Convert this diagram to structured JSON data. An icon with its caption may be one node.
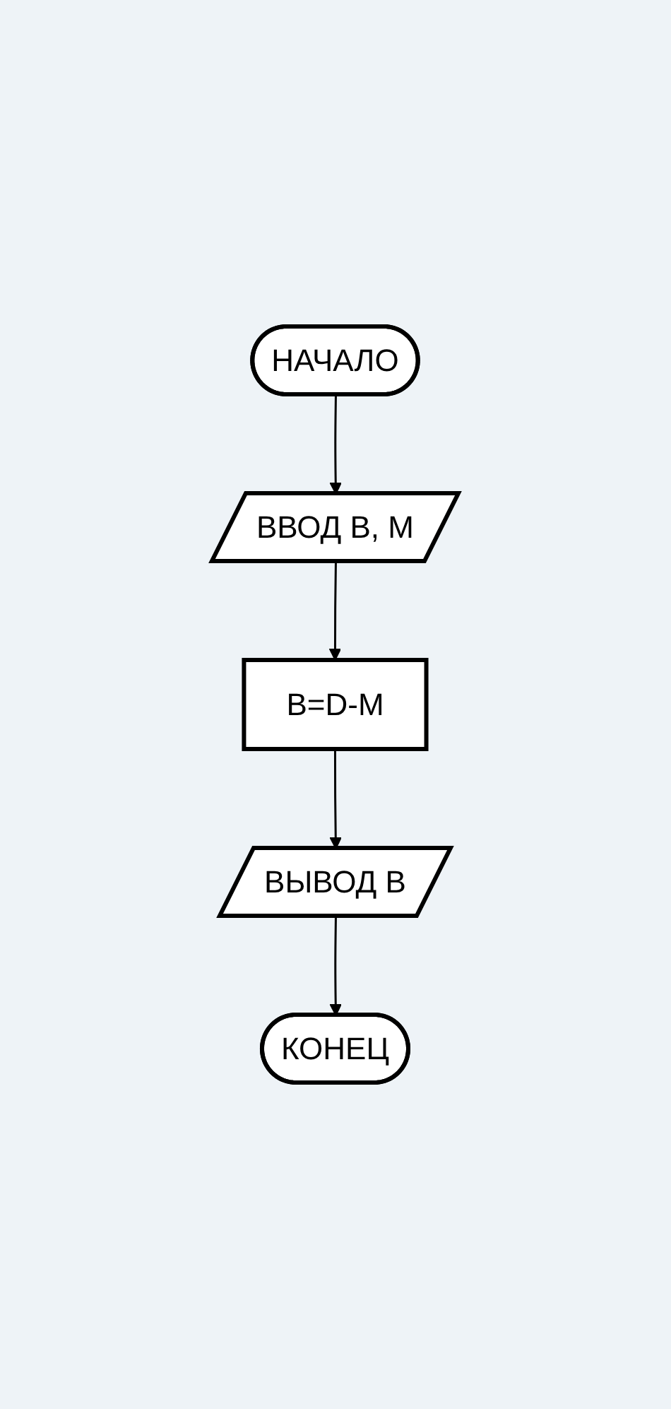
{
  "diagram": {
    "nodes": [
      {
        "text": [
          "НАЧАЛО"
        ]
      },
      {
        "text": [
          "ВВОД В, М"
        ]
      },
      {
        "text": [
          "В=D-М"
        ]
      },
      {
        "text": [
          "ВЫВОД В"
        ]
      },
      {
        "text": [
          "КОНЕЦ"
        ]
      }
    ],
    "edges": [
      {
        "from": 0,
        "to": 1,
        "arrow": "to"
      },
      {
        "from": 1,
        "to": 2,
        "arrow": "to"
      },
      {
        "from": 2,
        "to": 3,
        "arrow": "to"
      },
      {
        "from": 3,
        "to": 4,
        "arrow": "to"
      }
    ]
  }
}
